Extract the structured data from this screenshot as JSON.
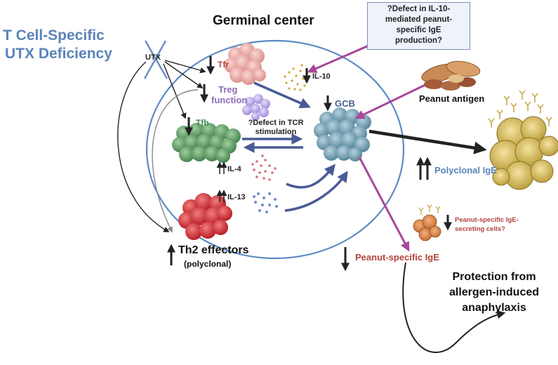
{
  "title": {
    "line1": "T Cell-Specific",
    "line2": "UTX Deficiency"
  },
  "germinal_center": "Germinal center",
  "utx": "UTX",
  "tfr": "Tfr",
  "treg": {
    "line1": "Treg",
    "line2": "function"
  },
  "tfh": "Tfh",
  "il10": "IL-10",
  "il4": "IL-4",
  "il13": "IL-13",
  "gcb": "GCB",
  "tcr": {
    "line1": "?Defect in TCR",
    "line2": "stimulation"
  },
  "il10_question": {
    "line1": "?Defect in IL-10-",
    "line2": "mediated peanut-",
    "line3": "specific IgE",
    "line4": "production?"
  },
  "peanut_antigen": "Peanut antigen",
  "polyclonal_ige": "Polyclonal IgE",
  "peanut_ige_cells": {
    "line1": "Peanut-specific IgE-",
    "line2": "secreting cells?"
  },
  "peanut_ige": "Peanut-specific IgE",
  "th2": {
    "line1": "Th2 effectors",
    "line2": "(polyclonal)"
  },
  "protection": {
    "line1": "Protection from",
    "line2": "allergen-induced",
    "line3": "anaphylaxis"
  },
  "colors": {
    "blue_text": "#5a84b8",
    "red_text": "#b3433b",
    "purple_text": "#8e6bb5",
    "green_text": "#3e8a5a",
    "navy_text": "#46628f",
    "arrow_blue": "#4a5a96",
    "arrow_purple": "#a8479a",
    "ellipse_stroke": "#5b8ac4"
  }
}
